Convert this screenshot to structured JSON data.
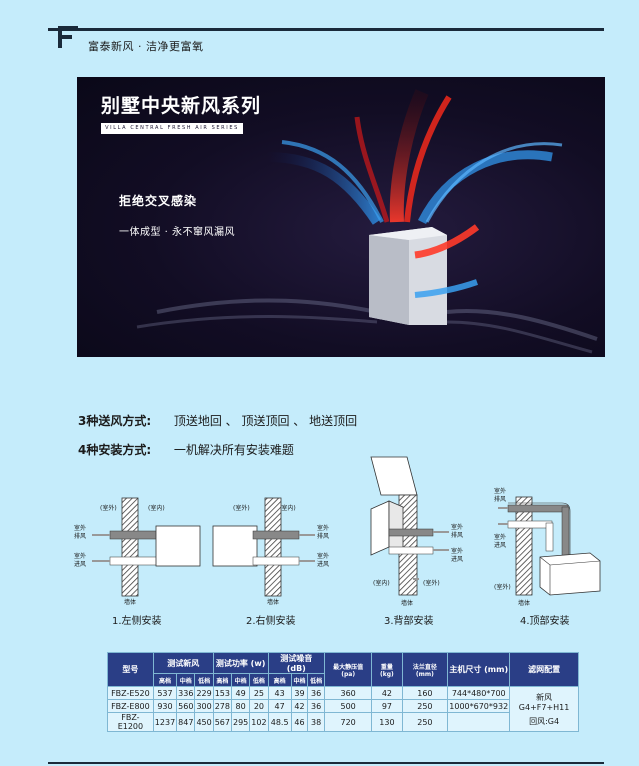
{
  "header": {
    "slogan": "富泰新风 · 洁净更富氧"
  },
  "hero": {
    "title": "别墅中央新风系列",
    "subtitle": "VILLA CENTRAL FRESH AIR SERIES",
    "headline": "拒绝交叉感染",
    "tagline": "一体成型 · 永不窜风漏风"
  },
  "features": {
    "airflow_label": "3种送风方式:",
    "airflow_value": "顶送地回 、 顶送顶回 、 地送顶回",
    "install_label": "4种安装方式:",
    "install_value": "一机解决所有安装难题"
  },
  "diagrams": {
    "outdoor": "(室外)",
    "indoor": "(室内)",
    "wall": "墙体",
    "outdoor_exhaust_1": "室外",
    "outdoor_exhaust_2": "排风",
    "outdoor_intake_1": "室外",
    "outdoor_intake_2": "进风",
    "captions": [
      "1.左侧安装",
      "2.右侧安装",
      "3.背部安装",
      "4.顶部安装"
    ]
  },
  "spec_table": {
    "headers": {
      "model": "型号",
      "fresh": "测试新风",
      "power": "测试功率 (w)",
      "noise": "测试噪音 (dB)",
      "pressure": "最大静压值 (pa)",
      "weight": "重量 (kg)",
      "flange": "法兰直径 (mm)",
      "size": "主机尺寸 (mm)",
      "filter": "滤网配置",
      "high": "高档",
      "mid": "中档",
      "low": "低档"
    },
    "rows": [
      [
        "FBZ-E520",
        "537",
        "336",
        "229",
        "153",
        "49",
        "25",
        "43",
        "39",
        "36",
        "360",
        "42",
        "160"
      ],
      [
        "FBZ-E800",
        "930",
        "560",
        "300",
        "278",
        "80",
        "20",
        "47",
        "42",
        "36",
        "500",
        "97",
        "250"
      ],
      [
        "FBZ-E1200",
        "1237",
        "847",
        "450",
        "567",
        "295",
        "102",
        "48.5",
        "46",
        "38",
        "720",
        "130",
        "250"
      ]
    ],
    "size_values": [
      "744*480*700",
      "1000*670*932"
    ],
    "filter_values": [
      "新风G4+F7+H11",
      "回风:G4"
    ]
  }
}
